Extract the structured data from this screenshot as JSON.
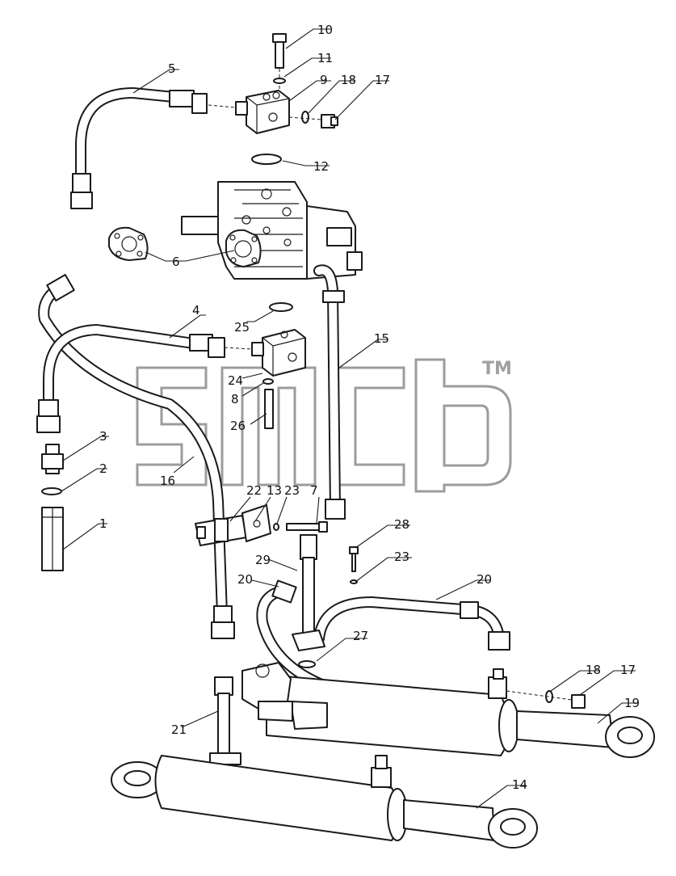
{
  "watermark": {
    "mark": "TM"
  },
  "callouts": [
    {
      "id": "10",
      "text": "10"
    },
    {
      "id": "11",
      "text": "11"
    },
    {
      "id": "9",
      "text": "9"
    },
    {
      "id": "18a",
      "text": "18"
    },
    {
      "id": "17a",
      "text": "17"
    },
    {
      "id": "5",
      "text": "5"
    },
    {
      "id": "12",
      "text": "12"
    },
    {
      "id": "6",
      "text": "6"
    },
    {
      "id": "4",
      "text": "4"
    },
    {
      "id": "25",
      "text": "25"
    },
    {
      "id": "15",
      "text": "15"
    },
    {
      "id": "24",
      "text": "24"
    },
    {
      "id": "8",
      "text": "8"
    },
    {
      "id": "26",
      "text": "26"
    },
    {
      "id": "3",
      "text": "3"
    },
    {
      "id": "2",
      "text": "2"
    },
    {
      "id": "16",
      "text": "16"
    },
    {
      "id": "22",
      "text": "22"
    },
    {
      "id": "13",
      "text": "13"
    },
    {
      "id": "23a",
      "text": "23"
    },
    {
      "id": "7",
      "text": "7"
    },
    {
      "id": "1",
      "text": "1"
    },
    {
      "id": "28",
      "text": "28"
    },
    {
      "id": "29",
      "text": "29"
    },
    {
      "id": "23b",
      "text": "23"
    },
    {
      "id": "20a",
      "text": "20"
    },
    {
      "id": "20b",
      "text": "20"
    },
    {
      "id": "27",
      "text": "27"
    },
    {
      "id": "18b",
      "text": "18"
    },
    {
      "id": "17b",
      "text": "17"
    },
    {
      "id": "19",
      "text": "19"
    },
    {
      "id": "21",
      "text": "21"
    },
    {
      "id": "14",
      "text": "14"
    }
  ]
}
